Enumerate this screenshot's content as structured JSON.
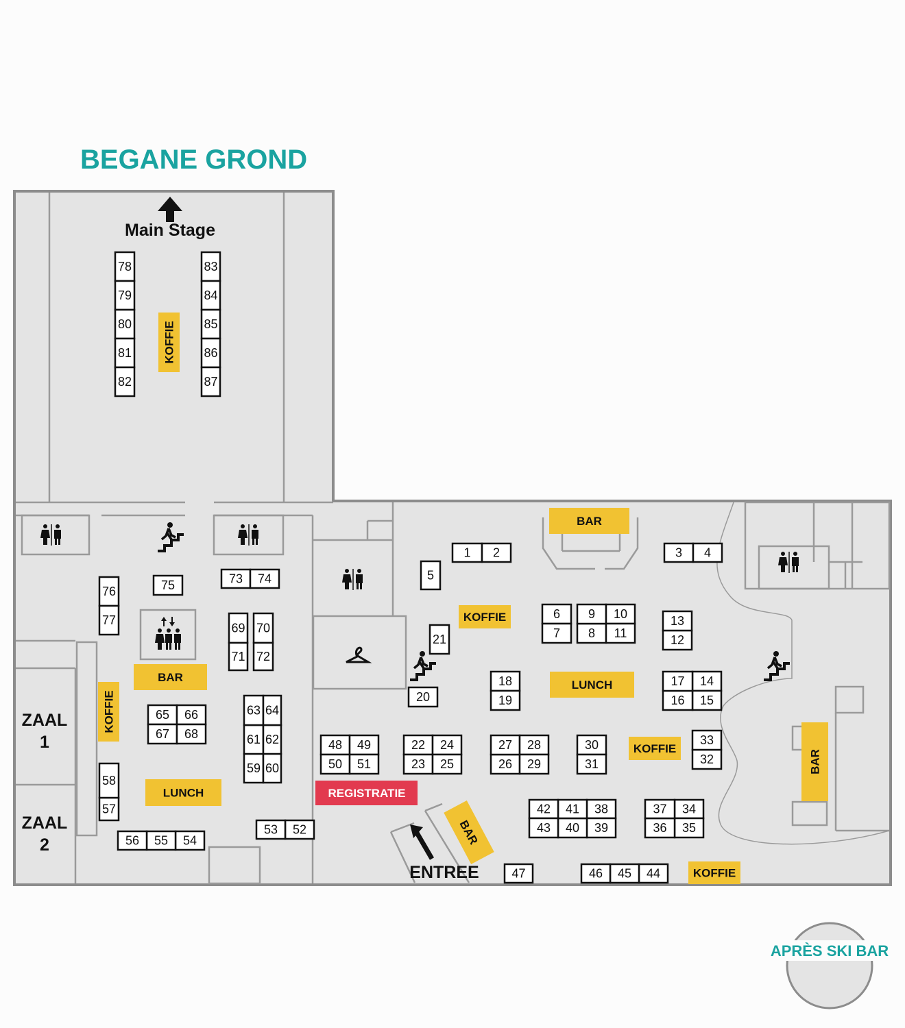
{
  "floor_title": "BEGANE GROND",
  "main_stage_label": "Main Stage",
  "entrance_label": "ENTREE",
  "registration_label": "REGISTRATIE",
  "rooms": {
    "zaal1": "ZAAL\n1",
    "zaal2": "ZAAL\n2",
    "zaal1_word": "ZAAL",
    "zaal1_num": "1",
    "zaal2_word": "ZAAL",
    "zaal2_num": "2"
  },
  "apres_ski_label": "APRÈS SKI BAR",
  "colors": {
    "teal": "#1aa3a0",
    "yellow": "#f1c232",
    "red": "#e23a4f",
    "floor": "#e4e4e4"
  },
  "booths": [
    {
      "id": "1"
    },
    {
      "id": "2"
    },
    {
      "id": "3"
    },
    {
      "id": "4"
    },
    {
      "id": "5"
    },
    {
      "id": "6"
    },
    {
      "id": "7"
    },
    {
      "id": "8"
    },
    {
      "id": "9"
    },
    {
      "id": "10"
    },
    {
      "id": "11"
    },
    {
      "id": "12"
    },
    {
      "id": "13"
    },
    {
      "id": "14"
    },
    {
      "id": "15"
    },
    {
      "id": "16"
    },
    {
      "id": "17"
    },
    {
      "id": "18"
    },
    {
      "id": "19"
    },
    {
      "id": "20"
    },
    {
      "id": "21"
    },
    {
      "id": "22"
    },
    {
      "id": "23"
    },
    {
      "id": "24"
    },
    {
      "id": "25"
    },
    {
      "id": "26"
    },
    {
      "id": "27"
    },
    {
      "id": "28"
    },
    {
      "id": "29"
    },
    {
      "id": "30"
    },
    {
      "id": "31"
    },
    {
      "id": "32"
    },
    {
      "id": "33"
    },
    {
      "id": "34"
    },
    {
      "id": "35"
    },
    {
      "id": "36"
    },
    {
      "id": "37"
    },
    {
      "id": "38"
    },
    {
      "id": "39"
    },
    {
      "id": "40"
    },
    {
      "id": "41"
    },
    {
      "id": "42"
    },
    {
      "id": "43"
    },
    {
      "id": "44"
    },
    {
      "id": "45"
    },
    {
      "id": "46"
    },
    {
      "id": "47"
    },
    {
      "id": "48"
    },
    {
      "id": "49"
    },
    {
      "id": "50"
    },
    {
      "id": "51"
    },
    {
      "id": "52"
    },
    {
      "id": "53"
    },
    {
      "id": "54"
    },
    {
      "id": "55"
    },
    {
      "id": "56"
    },
    {
      "id": "57"
    },
    {
      "id": "58"
    },
    {
      "id": "59"
    },
    {
      "id": "60"
    },
    {
      "id": "61"
    },
    {
      "id": "62"
    },
    {
      "id": "63"
    },
    {
      "id": "64"
    },
    {
      "id": "65"
    },
    {
      "id": "66"
    },
    {
      "id": "67"
    },
    {
      "id": "68"
    },
    {
      "id": "69"
    },
    {
      "id": "70"
    },
    {
      "id": "71"
    },
    {
      "id": "72"
    },
    {
      "id": "73"
    },
    {
      "id": "74"
    },
    {
      "id": "75"
    },
    {
      "id": "76"
    },
    {
      "id": "77"
    },
    {
      "id": "78"
    },
    {
      "id": "79"
    },
    {
      "id": "80"
    },
    {
      "id": "81"
    },
    {
      "id": "82"
    },
    {
      "id": "83"
    },
    {
      "id": "84"
    },
    {
      "id": "85"
    },
    {
      "id": "86"
    },
    {
      "id": "87"
    }
  ],
  "facilities": [
    {
      "key": "koffie-stage",
      "label": "KOFFIE",
      "type": "coffee"
    },
    {
      "key": "bar-left",
      "label": "BAR",
      "type": "bar"
    },
    {
      "key": "koffie-left",
      "label": "KOFFIE",
      "type": "coffee"
    },
    {
      "key": "lunch-left",
      "label": "LUNCH",
      "type": "lunch"
    },
    {
      "key": "bar-top",
      "label": "BAR",
      "type": "bar"
    },
    {
      "key": "koffie-mid",
      "label": "KOFFIE",
      "type": "coffee"
    },
    {
      "key": "lunch-mid",
      "label": "LUNCH",
      "type": "lunch"
    },
    {
      "key": "koffie-right",
      "label": "KOFFIE",
      "type": "coffee"
    },
    {
      "key": "bar-entrance",
      "label": "BAR",
      "type": "bar"
    },
    {
      "key": "koffie-bottom",
      "label": "KOFFIE",
      "type": "coffee"
    },
    {
      "key": "bar-right",
      "label": "BAR",
      "type": "bar"
    }
  ],
  "icons": [
    "restroom-icon",
    "stairs-icon",
    "elevator-icon",
    "cloakroom-icon",
    "up-arrow-icon",
    "entrance-arrow-icon"
  ]
}
